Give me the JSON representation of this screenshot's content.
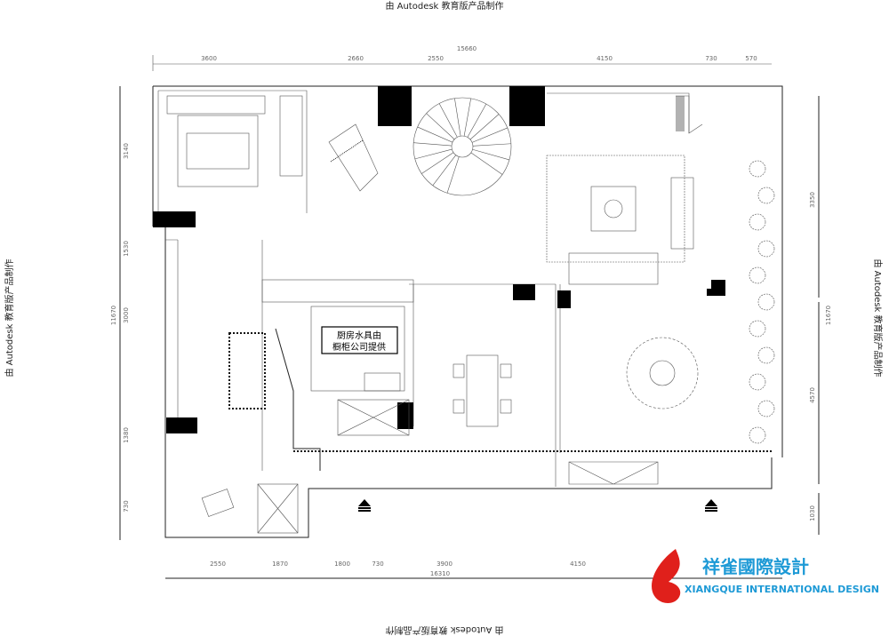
{
  "watermark": "由 Autodesk 教育版产品制作",
  "dimensions": {
    "top_total": "15660",
    "top_segments": [
      "3600",
      "2660",
      "2550",
      "4150",
      "730",
      "570"
    ],
    "bottom_total": "16310",
    "bottom_segments": [
      "2550",
      "1870",
      "1800",
      "730",
      "3900",
      "4150"
    ],
    "left_total": "11670",
    "left_segments": [
      "3140",
      "1530",
      "3000",
      "1380",
      "730"
    ],
    "right_total": "11670",
    "right_segments": [
      "3350",
      "4570",
      "1030"
    ]
  },
  "kitchen_note": [
    "厨房水具由",
    "橱柜公司提供"
  ],
  "logo": {
    "cn": "祥雀國際設計",
    "en": "XIANGQUE INTERNATIONAL DESIGN",
    "color": "#1e9ad6",
    "mark_color": "#e0201b"
  }
}
